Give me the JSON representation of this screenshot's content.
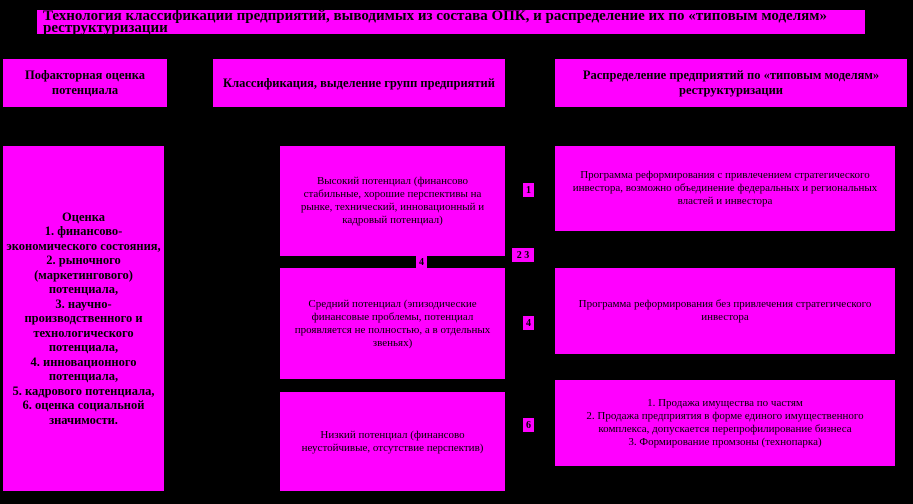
{
  "title": "Технология классификации предприятий, выводимых из состава ОПК, и распределение их по «типовым моделям» реструктуризации",
  "headers": {
    "left": "Пофакторная оценка потенциала",
    "middle": "Классификация, выделение групп предприятий",
    "right": "Распределение предприятий по «типовым моделям» реструктуризации"
  },
  "evaluation": {
    "title": "Оценка",
    "items": [
      "1. финансово-экономического состояния,",
      "2. рыночного (маркетингового) потенциала,",
      "3. научно-производственного и технологического потенциала,",
      "4. инновационного потенциала,",
      "5. кадрового потенциала,",
      "6. оценка социальной значимости."
    ]
  },
  "groups": {
    "high": "Высокий потенциал (финансово стабильные, хорошие перспективы на рынке, технический, инновационный и кадровый потенциал)",
    "medium": "Средний потенциал (эпизодические финансовые проблемы, потенциал проявляется не полностью, а в отдельных звеньях)",
    "low": "Низкий потенциал (финансово неустойчивые, отсутствие перспектив)"
  },
  "models": {
    "m1": "Программа реформирования с привлечением стратегического инвестора, возможно объединение федеральных и региональных властей и инвестора",
    "m2": "Программа реформирования без привлечения стратегического инвестора",
    "m3": [
      "1.  Продажа имущества по частям",
      "2.  Продажа предприятия в форме единого имущественного комплекса, допускается перепрофилирование бизнеса",
      "3.  Формирование промзоны (технопарка)"
    ]
  },
  "tags": {
    "t1": "1",
    "t23": "2 3",
    "t4a": "4",
    "t4b": "4",
    "t6": "6"
  }
}
